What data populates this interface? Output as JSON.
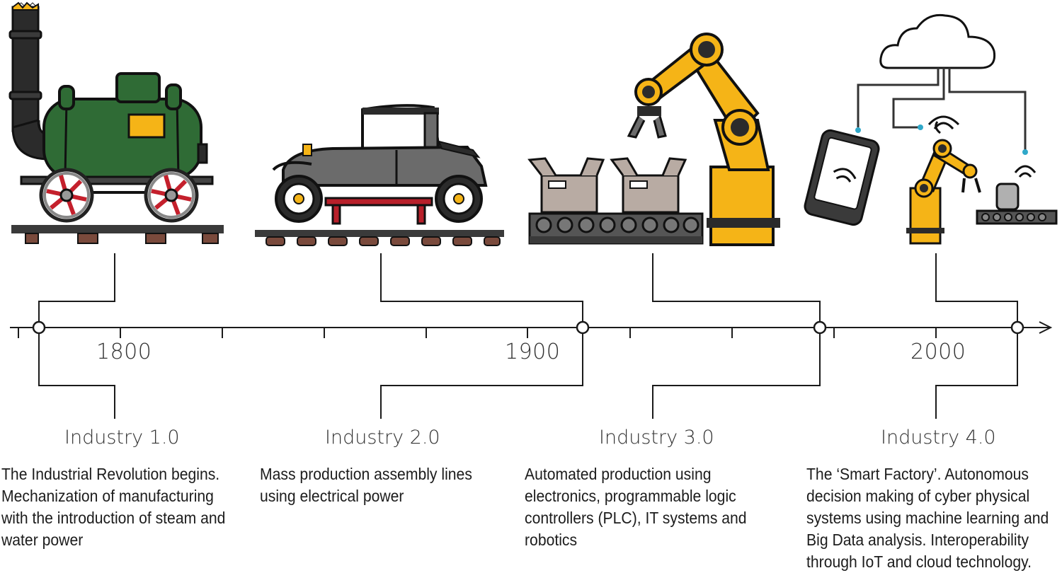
{
  "years": [
    "1800",
    "1900",
    "2000"
  ],
  "eras": [
    {
      "title": "Industry 1.0",
      "description": "The Industrial Revolution begins. Mechanization of manufacturing with the introduction of steam and water power",
      "icon": "steam-locomotive-icon"
    },
    {
      "title": "Industry 2.0",
      "description": "Mass production assembly lines using electrical power",
      "icon": "assembly-line-car-icon"
    },
    {
      "title": "Industry 3.0",
      "description": "Automated production using electronics, programmable logic controllers (PLC), IT systems and robotics",
      "icon": "robot-arm-conveyor-icon"
    },
    {
      "title": "Industry 4.0",
      "description": "The ‘Smart Factory’. Autonomous decision making of cyber physical systems using machine learning and Big Data analysis. Interoperability through IoT and cloud technology.",
      "icon": "smart-factory-cloud-icon"
    }
  ],
  "colors": {
    "locomotive_green": "#2f6b35",
    "wheel_red": "#c4202c",
    "robot_yellow": "#f5b417",
    "car_gray": "#6b6b6b",
    "box_tan": "#b8aba3",
    "iot_blue": "#2fa8c9",
    "sleeper_brown": "#7a4a3c"
  }
}
